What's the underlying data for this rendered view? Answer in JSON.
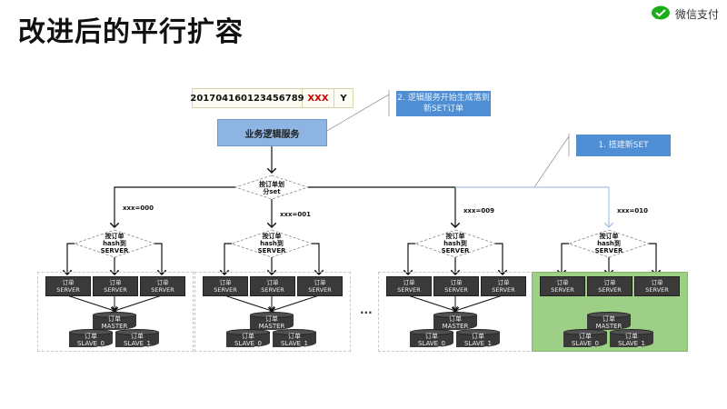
{
  "header": {
    "title": "改进后的平行扩容",
    "brand_label": "微信支付",
    "brand_icon": "wechat-pay-check-icon",
    "brand_color": "#1aad19"
  },
  "order_id": {
    "number": "201704160123456789",
    "set_code": "XXX",
    "suffix": "Y"
  },
  "logic_service": {
    "label": "业务逻辑服务"
  },
  "callouts": [
    {
      "step": "2.",
      "text": "2. 逻辑服务开始生成落到新SET订单"
    },
    {
      "step": "1.",
      "text": "1. 搭建新SET"
    }
  ],
  "router": {
    "label_line1": "按订单划",
    "label_line2": "分set"
  },
  "sets": [
    {
      "edge_label": "xxx=000",
      "is_new": false
    },
    {
      "edge_label": "xxx=001",
      "is_new": false
    },
    {
      "edge_label": "xxx=009",
      "is_new": false
    },
    {
      "edge_label": "xxx=010",
      "is_new": true
    }
  ],
  "set_template": {
    "hash_label": [
      "按订单",
      "hash到",
      "SERVER"
    ],
    "servers": [
      {
        "line1": "订单",
        "line2": "SERVER"
      },
      {
        "line1": "订单",
        "line2": "SERVER"
      },
      {
        "line1": "订单",
        "line2": "SERVER"
      }
    ],
    "master": {
      "line1": "订单",
      "line2": "MASTER"
    },
    "slaves": [
      {
        "line1": "订单",
        "line2": "SLAVE_0"
      },
      {
        "line1": "订单",
        "line2": "SLAVE_1"
      }
    ]
  },
  "ellipsis": "...",
  "colors": {
    "logic_box": "#8db4e2",
    "callout": "#4f8ed3",
    "new_set_bg": "#9dcf86",
    "server_bg": "#3a3a3a",
    "set_code": "#cc0000",
    "new_path_line": "#a9c4e4"
  }
}
